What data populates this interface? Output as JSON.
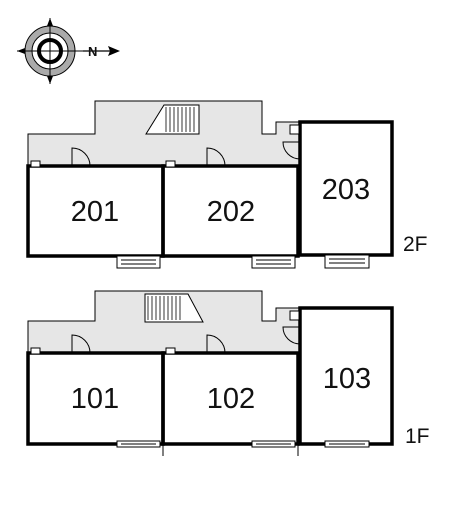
{
  "compass": {
    "icon": "compass-rose-icon",
    "north_label": "N"
  },
  "floors": [
    {
      "level": "2F",
      "rooms": [
        "201",
        "202",
        "203"
      ]
    },
    {
      "level": "1F",
      "rooms": [
        "101",
        "102",
        "103"
      ]
    }
  ]
}
